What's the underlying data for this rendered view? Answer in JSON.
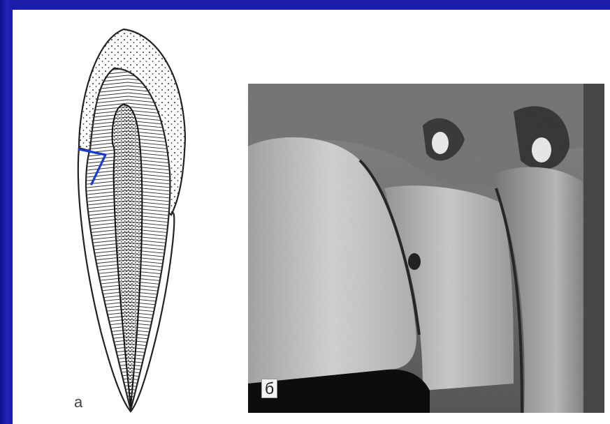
{
  "figure": {
    "panel_a": {
      "label": "а",
      "subject": "tooth-longitudinal-section",
      "marker_color": "#1a3ccc"
    },
    "panel_b": {
      "label": "б",
      "subject": "molars-photograph"
    }
  },
  "colors": {
    "background": "#1d1fa8",
    "panel": "#ffffff"
  }
}
